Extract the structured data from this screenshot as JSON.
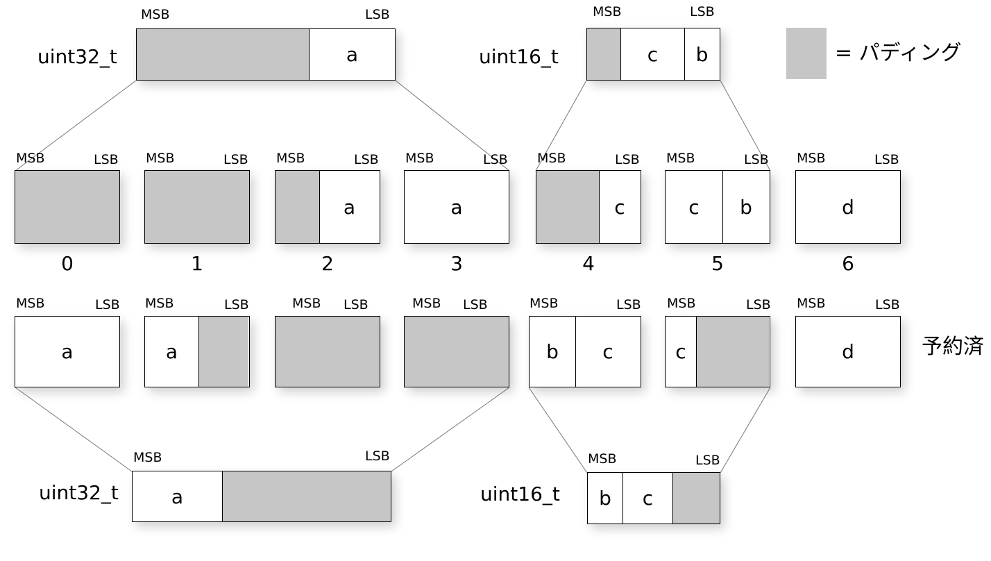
{
  "labels": {
    "msb": "MSB",
    "lsb": "LSB"
  },
  "colors": {
    "padding": "#c6c6c6",
    "field": "#ffffff",
    "stroke": "#000000"
  },
  "legend": {
    "text": "= パディング"
  },
  "reserved_label": "予約済",
  "top": {
    "uint32": {
      "type": "uint32_t",
      "segments": [
        {
          "text": "",
          "pad": true
        },
        {
          "text": "a",
          "pad": false
        }
      ]
    },
    "uint16": {
      "type": "uint16_t",
      "segments": [
        {
          "text": "",
          "pad": true
        },
        {
          "text": "c",
          "pad": false
        },
        {
          "text": "b",
          "pad": false
        }
      ]
    }
  },
  "row1": [
    {
      "index": "0",
      "segments": [
        {
          "text": "",
          "pad": true
        }
      ]
    },
    {
      "index": "1",
      "segments": [
        {
          "text": "",
          "pad": true
        }
      ]
    },
    {
      "index": "2",
      "segments": [
        {
          "text": "",
          "pad": true
        },
        {
          "text": "a",
          "pad": false
        }
      ]
    },
    {
      "index": "3",
      "segments": [
        {
          "text": "a",
          "pad": false
        }
      ]
    },
    {
      "index": "4",
      "segments": [
        {
          "text": "",
          "pad": true
        },
        {
          "text": "c",
          "pad": false
        }
      ]
    },
    {
      "index": "5",
      "segments": [
        {
          "text": "c",
          "pad": false
        },
        {
          "text": "b",
          "pad": false
        }
      ]
    },
    {
      "index": "6",
      "segments": [
        {
          "text": "d",
          "pad": false
        }
      ]
    }
  ],
  "row2": [
    {
      "segments": [
        {
          "text": "a",
          "pad": false
        }
      ]
    },
    {
      "segments": [
        {
          "text": "a",
          "pad": false
        },
        {
          "text": "",
          "pad": true
        }
      ]
    },
    {
      "segments": [
        {
          "text": "",
          "pad": true
        }
      ]
    },
    {
      "segments": [
        {
          "text": "",
          "pad": true
        }
      ]
    },
    {
      "segments": [
        {
          "text": "b",
          "pad": false
        },
        {
          "text": "c",
          "pad": false
        }
      ]
    },
    {
      "segments": [
        {
          "text": "c",
          "pad": false
        },
        {
          "text": "",
          "pad": true
        }
      ]
    },
    {
      "segments": [
        {
          "text": "d",
          "pad": false
        }
      ]
    }
  ],
  "bottom": {
    "uint32": {
      "type": "uint32_t",
      "segments": [
        {
          "text": "a",
          "pad": false
        },
        {
          "text": "",
          "pad": true
        }
      ]
    },
    "uint16": {
      "type": "uint16_t",
      "segments": [
        {
          "text": "b",
          "pad": false
        },
        {
          "text": "c",
          "pad": false
        },
        {
          "text": "",
          "pad": true
        }
      ]
    }
  }
}
